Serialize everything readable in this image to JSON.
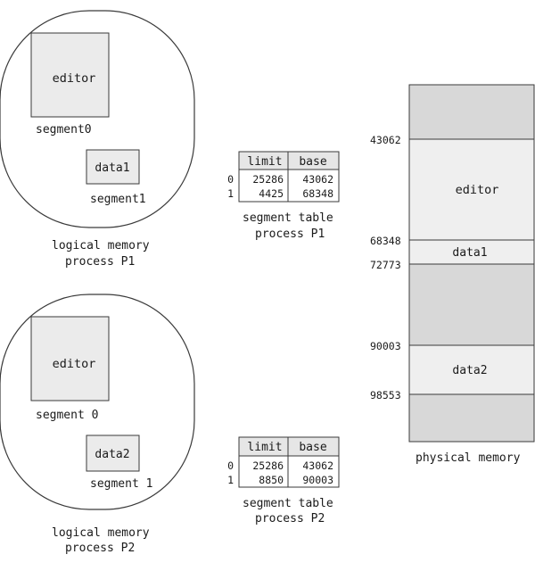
{
  "process1": {
    "logical": {
      "segments": [
        {
          "name": "editor",
          "label": "segment0"
        },
        {
          "name": "data1",
          "label": "segment1"
        }
      ],
      "caption_line1": "logical memory",
      "caption_line2": "process P1"
    },
    "table": {
      "headers": [
        "limit",
        "base"
      ],
      "rows": [
        {
          "index": "0",
          "limit": "25286",
          "base": "43062"
        },
        {
          "index": "1",
          "limit": "4425",
          "base": "68348"
        }
      ],
      "caption_line1": "segment table",
      "caption_line2": "process P1"
    }
  },
  "process2": {
    "logical": {
      "segments": [
        {
          "name": "editor",
          "label": "segment 0"
        },
        {
          "name": "data2",
          "label": "segment 1"
        }
      ],
      "caption_line1": "logical memory",
      "caption_line2": "process P2"
    },
    "table": {
      "headers": [
        "limit",
        "base"
      ],
      "rows": [
        {
          "index": "0",
          "limit": "25286",
          "base": "43062"
        },
        {
          "index": "1",
          "limit": "8850",
          "base": "90003"
        }
      ],
      "caption_line1": "segment table",
      "caption_line2": "process P2"
    }
  },
  "physical": {
    "caption": "physical memory",
    "addresses": [
      "43062",
      "68348",
      "72773",
      "90003",
      "98553"
    ],
    "regions": [
      {
        "label": "",
        "shade": "#d8d8d8"
      },
      {
        "label": "editor",
        "shade": "#efefef"
      },
      {
        "label": "data1",
        "shade": "#efefef"
      },
      {
        "label": "",
        "shade": "#d8d8d8"
      },
      {
        "label": "data2",
        "shade": "#efefef"
      },
      {
        "label": "",
        "shade": "#d8d8d8"
      }
    ]
  },
  "colors": {
    "segment_fill": "#ebebeb",
    "table_header_fill": "#e6e6e6",
    "stroke": "#3a3a3a"
  }
}
